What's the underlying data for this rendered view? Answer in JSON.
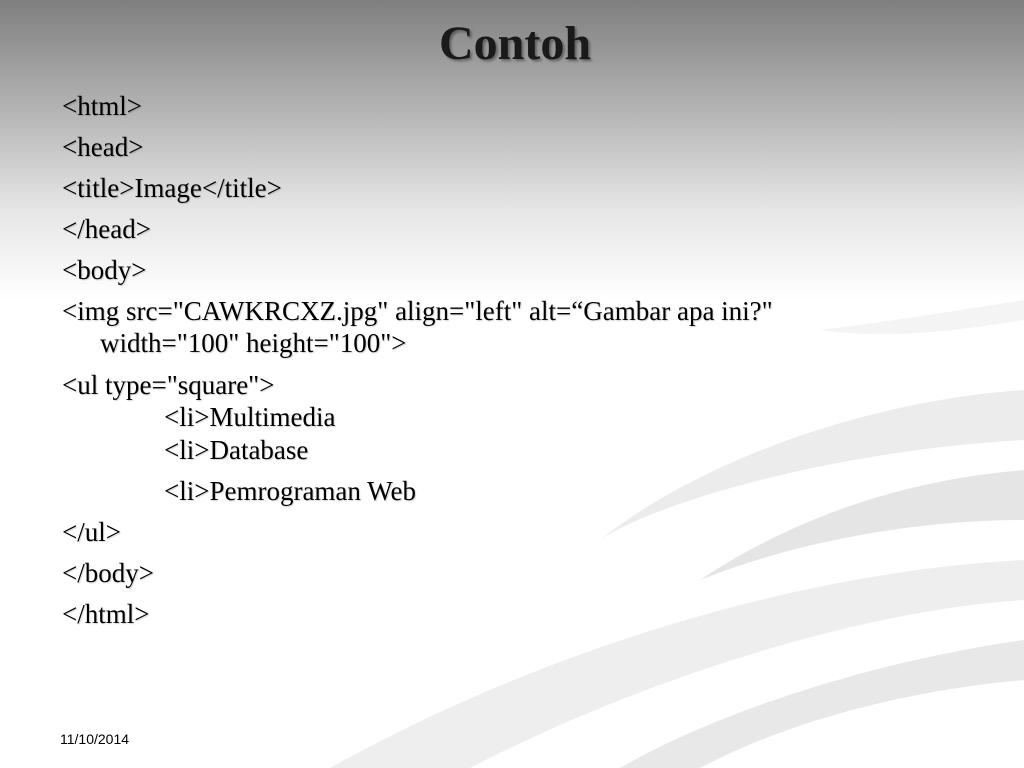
{
  "slide": {
    "title": "Contoh",
    "lines": [
      "<html>",
      "<head>",
      "<title>Image</title>",
      "</head>",
      "<body>",
      "<img src=\"CAWKRCXZ.jpg\" align=\"left\" alt=“Gambar apa ini?\"",
      "width=\"100\" height=\"100\">",
      "<ul type=\"square\">",
      "<li>Multimedia",
      "<li>Database",
      "<li>Pemrograman Web",
      "</ul>",
      "</body>",
      "</html>"
    ],
    "date": "11/10/2014"
  },
  "colors": {
    "background_top": "#7f7f7f",
    "background_bottom": "#ffffff",
    "text": "#000000"
  }
}
